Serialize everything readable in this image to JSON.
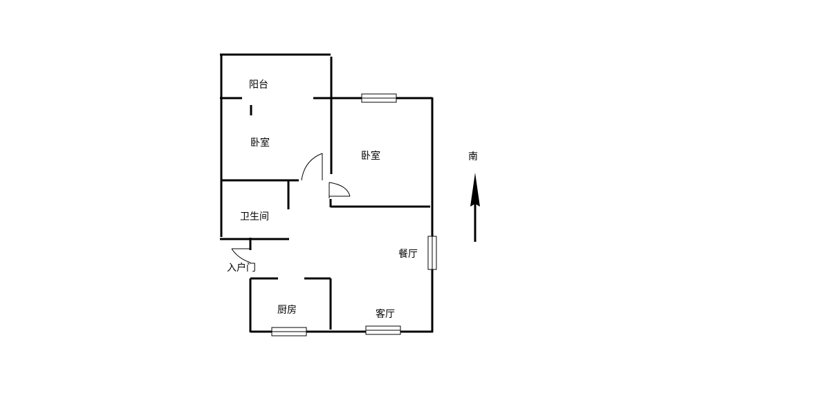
{
  "rooms": {
    "balcony": "阳台",
    "bedroom_1": "卧室",
    "bedroom_2": "卧室",
    "bathroom": "卫生间",
    "entrance": "入户门",
    "dining": "餐厅",
    "kitchen": "厨房",
    "living": "客厅"
  },
  "compass": {
    "label": "南"
  },
  "colors": {
    "line": "#000000",
    "background": "#ffffff"
  }
}
